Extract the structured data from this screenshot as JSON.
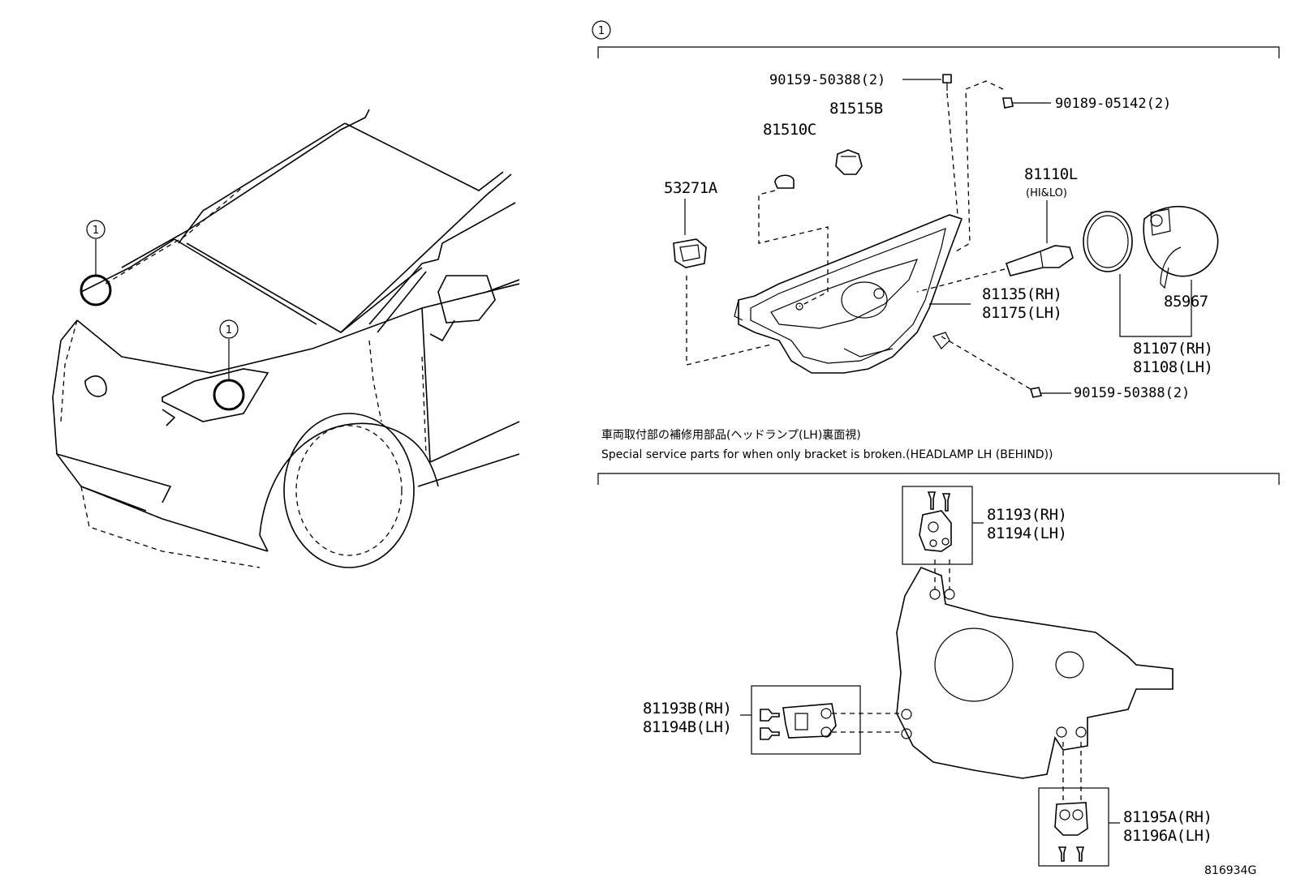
{
  "callout_marker": "1",
  "section_header_marker": "1",
  "parts": {
    "p_90159_top": "90159-50388(2)",
    "p_90189": "90189-05142(2)",
    "p_81515B": "81515B",
    "p_81510C": "81510C",
    "p_53271A": "53271A",
    "p_81110L": "81110L",
    "p_81110L_note": "(HI&LO)",
    "p_81135": "81135(RH)",
    "p_81175": "81175(LH)",
    "p_85967": "85967",
    "p_81107": "81107(RH)",
    "p_81108": "81108(LH)",
    "p_90159_bottom": "90159-50388(2)",
    "p_81193": "81193(RH)",
    "p_81194": "81194(LH)",
    "p_81193B": "81193B(RH)",
    "p_81194B": "81194B(LH)",
    "p_81195A": "81195A(RH)",
    "p_81196A": "81196A(LH)"
  },
  "notes": {
    "japanese": "車両取付部の補修用部品(ヘッドランプ(LH)裏面視)",
    "english": "Special service parts for when only bracket is broken.(HEADLAMP LH (BEHIND))"
  },
  "figure_id": "816934G"
}
